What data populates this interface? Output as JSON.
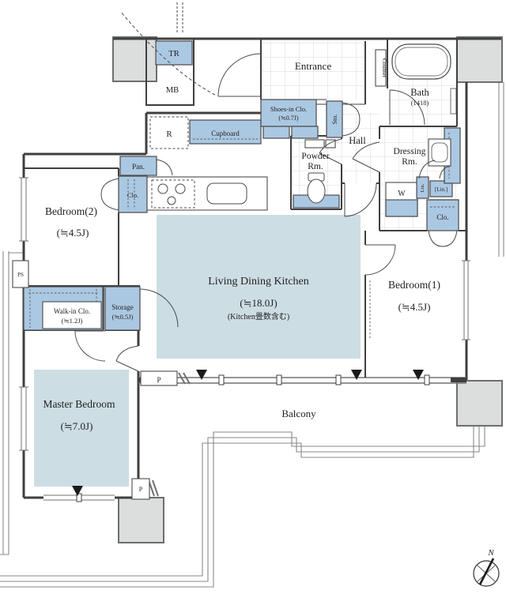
{
  "colors": {
    "closet_fill": "#abc8e2",
    "room_highlight": "#cddde4",
    "pillar_fill": "#dcdddd",
    "wall": "#3f3f3f"
  },
  "plan": {
    "rooms": {
      "entrance": {
        "label": "Entrance"
      },
      "hall": {
        "label": "Hall"
      },
      "bath": {
        "label": "Bath",
        "size": "(1418)"
      },
      "powder_room": {
        "label_line1": "Powder",
        "label_line2": "Rm."
      },
      "dressing_room": {
        "label_line1": "Dressing",
        "label_line2": "Rm."
      },
      "bedroom1": {
        "label": "Bedroom(1)",
        "size": "(≒4.5J)"
      },
      "bedroom2": {
        "label": "Bedroom(2)",
        "size": "(≒4.5J)"
      },
      "master_bedroom": {
        "label": "Master Bedroom",
        "size": "(≒7.0J)"
      },
      "ldk": {
        "label": "Living Dining Kitchen",
        "size": "(≒18.0J)",
        "note": "(Kitchen畳数含む)"
      },
      "balcony": {
        "label": "Balcony"
      }
    },
    "fixtures": {
      "trunk_room": "TR",
      "meter_box": "MB",
      "refrigerator": "R",
      "cupboard": "Cupboard",
      "pantry": "Pan.",
      "kitchen_closet": "Clo.",
      "shoes_in_closet": "Shoes-in Clo.",
      "shoes_in_closet_size": "(≒0.7J)",
      "storage_entrance": "Sto.",
      "counter": "Counter",
      "washer": "W",
      "linen1": "Lin.",
      "linen2": "[Lin.]",
      "bedroom1_closet": "Clo.",
      "pipe_space": "PS",
      "pipe1": "P",
      "pipe2": "P",
      "walk_in_closet": "Walk-in Clo.",
      "walk_in_closet_size": "(≒1.2J)",
      "storage": "Storage",
      "storage_size": "(≒0.5J)"
    },
    "compass": {
      "north": "N"
    }
  }
}
